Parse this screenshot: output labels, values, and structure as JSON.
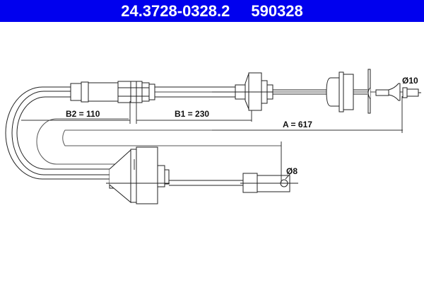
{
  "header": {
    "part_number": "24.3728-0328.2",
    "reference_number": "590328",
    "background_color": "#0000ee",
    "text_color": "#ffffff"
  },
  "drawing": {
    "subject": "clutch cable",
    "dimensions": {
      "A": "A = 617",
      "B1": "B1 = 230",
      "B2": "B2 = 110",
      "diameter_end_1": "Ø10",
      "diameter_end_2": "Ø8"
    },
    "line_color": "#222222"
  }
}
